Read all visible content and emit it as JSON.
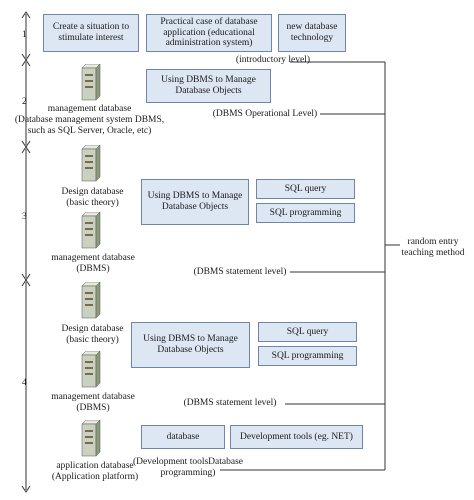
{
  "levels": {
    "n1": "1",
    "n2": "2",
    "n3": "3",
    "n4": "4"
  },
  "row1": {
    "box_situation": "Create a situation to\nstimulate interest",
    "box_practical": "Practical case of database\napplication (educational\nadministration system)",
    "box_new_tech": "new database\ntechnology",
    "level_label": "(introductory level)"
  },
  "row2": {
    "icon_caption": "management database\n(Database management system DBMS,\nsuch as SQL Server, Oracle, etc)",
    "box_manage": "Using DBMS to Manage\nDatabase Objects",
    "level_label": "(DBMS Operational Level)"
  },
  "row3": {
    "icon1_caption": "Design database\n(basic theory)",
    "icon2_caption": "management database\n(DBMS)",
    "box_manage": "Using DBMS to Manage\nDatabase Objects",
    "box_sql_query": "SQL query",
    "box_sql_prog": "SQL programming",
    "level_label": "(DBMS statement level)"
  },
  "row4": {
    "icon1_caption": "Design database\n(basic theory)",
    "icon2_caption": "management database\n(DBMS)",
    "box_manage": "Using DBMS to Manage\nDatabase Objects",
    "box_sql_query": "SQL query",
    "box_sql_prog": "SQL programming",
    "level_label": "(DBMS statement level)"
  },
  "row5": {
    "icon_caption": "application database\n(Application platform)",
    "box_database": "database",
    "box_dev_tools": "Development tools (eg. NET)",
    "level_label": "(Development toolsDatabase\nprogramming)"
  },
  "side_label": "random entry\nteaching method",
  "colors": {
    "box_fill": "#dde6f3",
    "box_border": "#6f86a8",
    "line": "#333333",
    "icon_front": "#c9d2bf",
    "icon_side": "#8a9a7a",
    "icon_top": "#e6ecdd"
  }
}
